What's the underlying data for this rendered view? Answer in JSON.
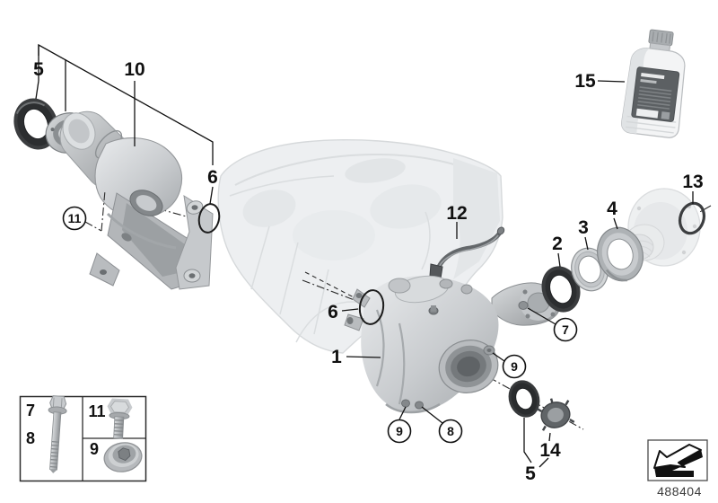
{
  "figure": {
    "type": "exploded-parts-diagram",
    "part_number": "488404",
    "labels": {
      "seal_top": "5",
      "bracket_assembly": "10",
      "bracket_bolt_circled": "11",
      "o_ring_top": "6",
      "o_ring_mid": "6",
      "vent_pipe": "12",
      "front_differential": "1",
      "shaft_seal_right": "2",
      "shim_ring": "3",
      "support_ring": "4",
      "lock_ring": "13",
      "housing_bolt_circled": "7",
      "screw_plug_rear_circled": "9",
      "housing_bolt_lower_circled": "8",
      "screw_plug_front_circled": "9",
      "collar_nut": "14",
      "seal_bottom": "5",
      "oil_bottle": "15"
    },
    "legend": {
      "bolt_long_a": "7",
      "bolt_long_b": "8",
      "bolt_short": "11",
      "screw_plug": "9"
    }
  }
}
